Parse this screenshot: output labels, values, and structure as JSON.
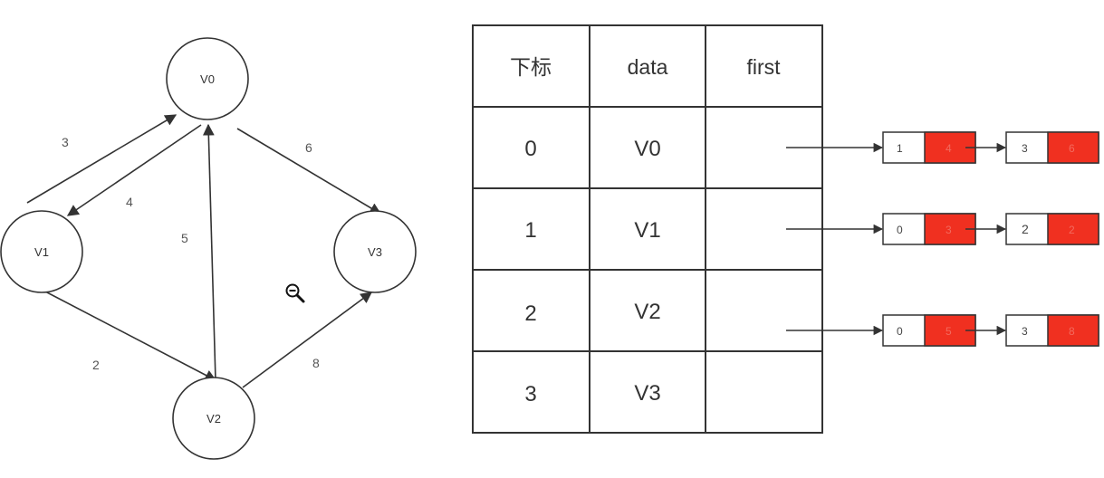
{
  "graph": {
    "nodes": [
      {
        "id": "v0",
        "label": "V0"
      },
      {
        "id": "v1",
        "label": "V1"
      },
      {
        "id": "v2",
        "label": "V2"
      },
      {
        "id": "v3",
        "label": "V3"
      }
    ],
    "weights": {
      "v1_v0": "3",
      "v0_v1": "4",
      "v2_v0": "5",
      "v0_v3": "6",
      "v1_v2": "2",
      "v2_v3": "8"
    }
  },
  "table": {
    "headers": [
      "下标",
      "data",
      "first"
    ],
    "rows": [
      {
        "index": "0",
        "data": "V0"
      },
      {
        "index": "1",
        "data": "V1"
      },
      {
        "index": "2",
        "data": "V2"
      },
      {
        "index": "3",
        "data": "V3"
      }
    ]
  },
  "edge_lists": [
    [
      {
        "adj": "1",
        "weight": "4"
      },
      {
        "adj": "3",
        "weight": "6"
      }
    ],
    [
      {
        "adj": "0",
        "weight": "3"
      },
      {
        "adj": "2",
        "weight": "2"
      }
    ],
    [
      {
        "adj": "0",
        "weight": "5"
      },
      {
        "adj": "3",
        "weight": "8"
      }
    ]
  ],
  "colors": {
    "edge_node_fill": "#f03020",
    "line": "#333333"
  },
  "icons": {
    "cursor": "zoom-out-icon"
  }
}
